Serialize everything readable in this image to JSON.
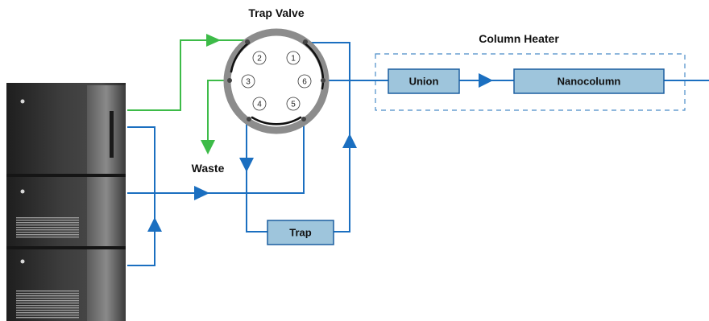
{
  "diagram": {
    "labels": {
      "trap_valve": "Trap Valve",
      "column_heater": "Column Heater",
      "waste": "Waste"
    },
    "components": {
      "union": "Union",
      "nanocolumn": "Nanocolumn",
      "trap": "Trap"
    },
    "valve_ports": [
      "1",
      "2",
      "3",
      "4",
      "5",
      "6"
    ]
  },
  "colors": {
    "flow_blue": "#1b6fc0",
    "flow_green": "#3dbb48",
    "component_fill": "#9ec5dc",
    "component_stroke": "#1b5fa0",
    "heater_dash": "#4a8cc8",
    "valve_ring": "#8c8c8c",
    "instrument_dark": "#2b2b2b"
  }
}
